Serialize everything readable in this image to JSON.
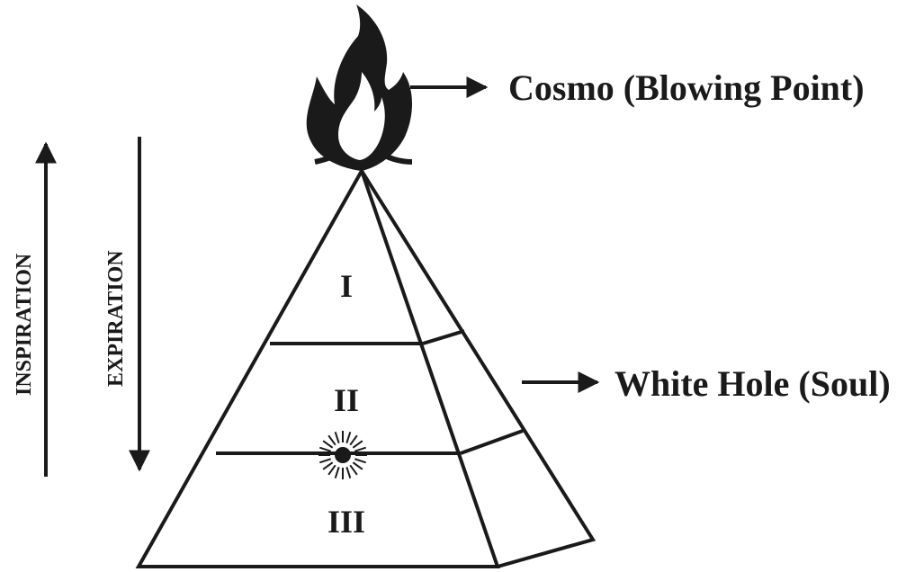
{
  "labels": {
    "top_callout": "Cosmo (Blowing Point)",
    "side_callout": "White Hole (Soul)",
    "left_arrow": "INSPIRATION",
    "right_arrow": "EXPIRATION"
  },
  "levels": [
    {
      "label": "I"
    },
    {
      "label": "II"
    },
    {
      "label": "III"
    }
  ],
  "icons": {
    "flame": "flame-icon",
    "sun": "radiant-point-icon"
  },
  "colors": {
    "ink": "#1a1a1a",
    "background": "#ffffff"
  }
}
